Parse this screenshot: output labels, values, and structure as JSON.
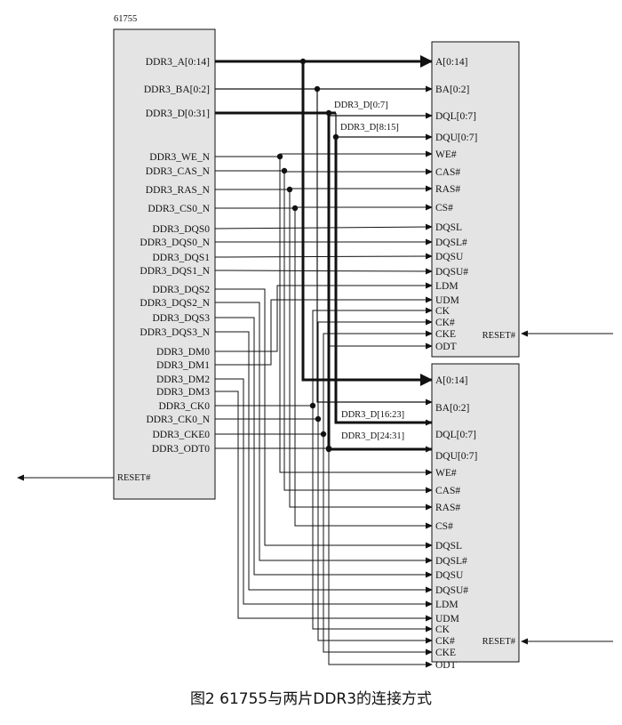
{
  "caption": "图2  61755与两片DDR3的连接方式",
  "controller": {
    "part": "61755",
    "pins": [
      "DDR3_A[0:14]",
      "DDR3_BA[0:2]",
      "DDR3_D[0:31]",
      "DDR3_WE_N",
      "DDR3_CAS_N",
      "DDR3_RAS_N",
      "DDR3_CS0_N",
      "DDR3_DQS0",
      "DDR3_DQS0_N",
      "DDR3_DQS1",
      "DDR3_DQS1_N",
      "DDR3_DQS2",
      "DDR3_DQS2_N",
      "DDR3_DQS3",
      "DDR3_DQS3_N",
      "DDR3_DM0",
      "DDR3_DM1",
      "DDR3_DM2",
      "DDR3_DM3",
      "DDR3_CK0",
      "DDR3_CK0_N",
      "DDR3_CKE0",
      "DDR3_ODT0"
    ],
    "reset": "RESET#"
  },
  "chip_pins": [
    "A[0:14]",
    "BA[0:2]",
    "DQL[0:7]",
    "DQU[0:7]",
    "WE#",
    "CAS#",
    "RAS#",
    "CS#",
    "DQSL",
    "DQSL#",
    "DQSU",
    "DQSU#",
    "LDM",
    "UDM",
    "CK",
    "CK#",
    "CKE",
    "ODT"
  ],
  "chip_reset": "RESET#",
  "bus_labels": {
    "top_low": "DDR3_D[0:7]",
    "top_high": "DDR3_D[8:15]",
    "bottom_low": "DDR3_D[16:23]",
    "bottom_high": "DDR3_D[24:31]"
  }
}
